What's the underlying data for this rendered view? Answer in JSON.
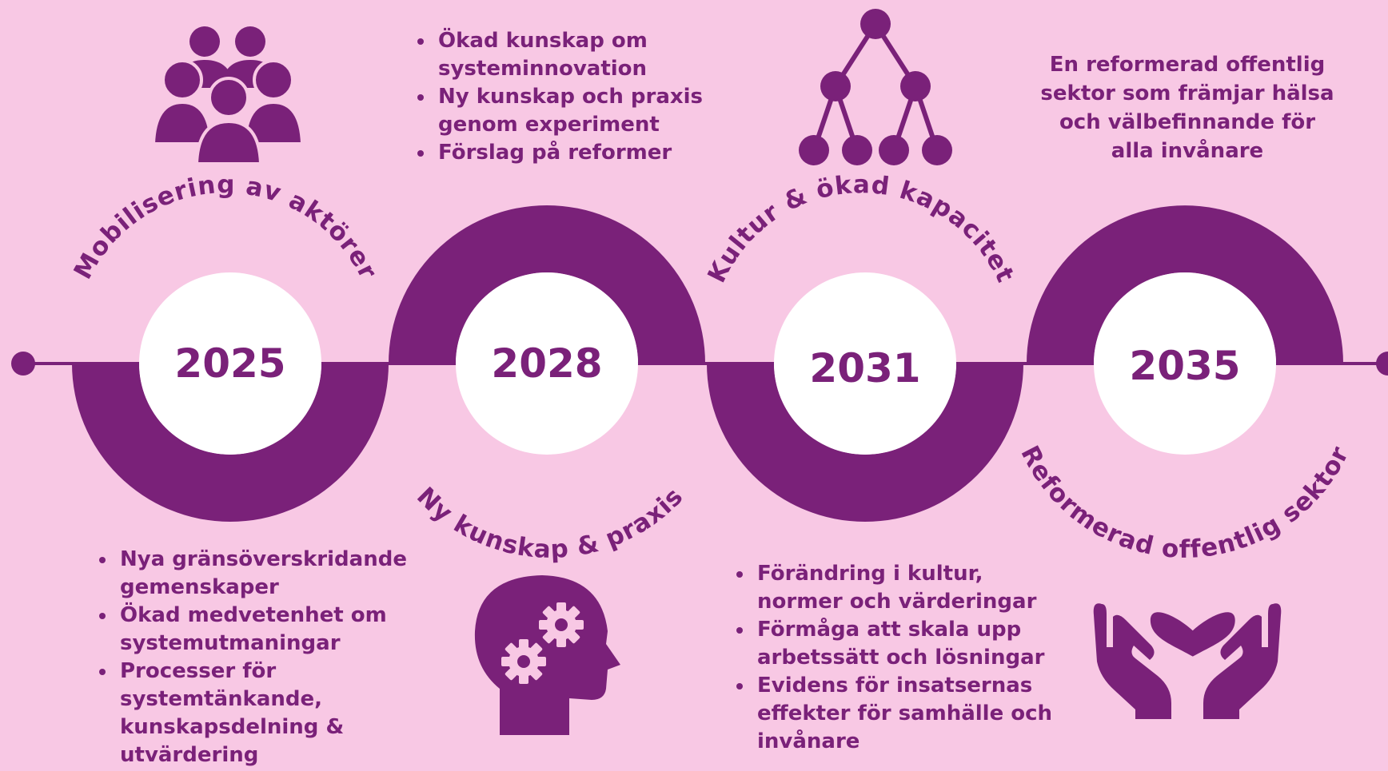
{
  "colors": {
    "background": "#f8c8e4",
    "primary": "#7a2179",
    "circle": "#ffffff"
  },
  "milestones": [
    {
      "year": "2025",
      "title": "Mobilisering av aktörer",
      "icon": "people-group-icon"
    },
    {
      "year": "2028",
      "title": "Ny kunskap & praxis",
      "icon": "head-gears-icon"
    },
    {
      "year": "2031",
      "title": "Kultur & ökad kapacitet",
      "icon": "network-tree-icon"
    },
    {
      "year": "2035",
      "title": "Reformerad offentlig sektor",
      "icon": "hands-heart-icon"
    }
  ],
  "outcomes_2025": [
    "Nya gränsöverskridande gemenskaper",
    "Ökad medvetenhet om systemutmaningar",
    "Processer för systemtänkande, kunskapsdelning & utvärdering"
  ],
  "outcomes_2028": [
    "Ökad kunskap om systeminnovation",
    "Ny kunskap och praxis genom experiment",
    "Förslag på reformer"
  ],
  "outcomes_2031": [
    "Förändring i kultur, normer och värderingar",
    "Förmåga att skala upp arbetssätt och lösningar",
    "Evidens för insatsernas effekter för samhälle och invånare"
  ],
  "vision_2035": "En reformerad offentlig sektor som främjar hälsa och välbefinnande för alla invånare"
}
